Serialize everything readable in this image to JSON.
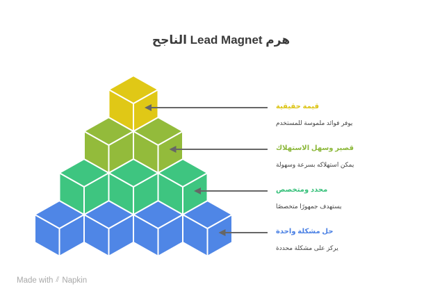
{
  "title": "هرم Lead Magnet الناجح",
  "levels": [
    {
      "name": "قيمة حقيقية",
      "description": "يوفر فوائد ملموسة للمستخدم",
      "color": "#e0c816",
      "text_color": "#dcc414",
      "cubes": 1
    },
    {
      "name": "قصير وسهل الاستهلاك",
      "description": "يمكن استهلاكه بسرعة وسهولة",
      "color": "#93bb3b",
      "text_color": "#8cb83a",
      "cubes": 2
    },
    {
      "name": "محدد ومتخصص",
      "description": "يستهدف جمهورًا متخصصًا",
      "color": "#3ec580",
      "text_color": "#36c07a",
      "cubes": 3
    },
    {
      "name": "حل مشكلة واحدة",
      "description": "يركز على مشكلة محددة",
      "color": "#4f86e6",
      "text_color": "#4a80e4",
      "cubes": 4
    }
  ],
  "arrow_color": "#666666",
  "watermark": {
    "prefix": "Made with",
    "icon": "napkin-icon",
    "brand": "Napkin"
  }
}
